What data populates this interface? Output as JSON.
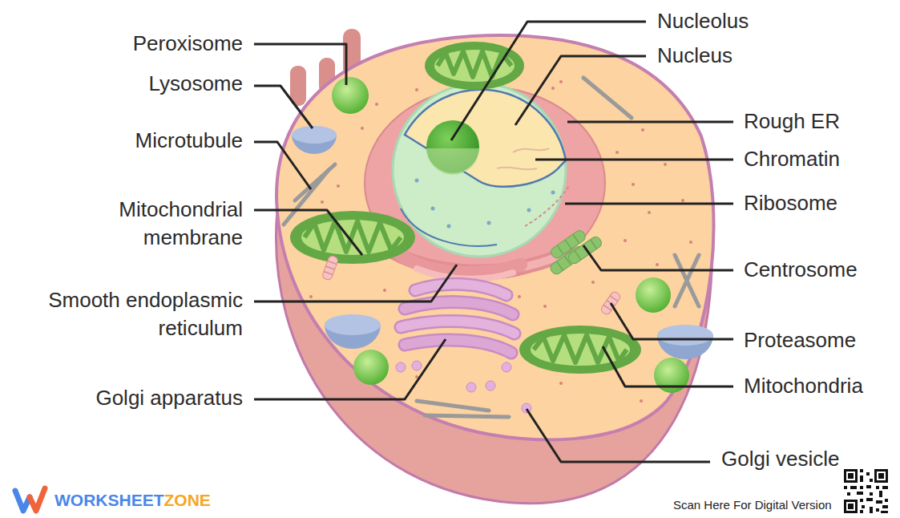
{
  "diagram": {
    "labels": [
      "Peroxisome",
      "Lysosome",
      "Microtubule",
      "Mitochondrial membrane",
      "Smooth endoplasmic reticulum",
      "Golgi apparatus",
      "Nucleolus",
      "Nucleus",
      "Rough ER",
      "Chromatin",
      "Ribosome",
      "Centrosome",
      "Proteasome",
      "Mitochondria",
      "Golgi vesicle",
      "WORKSHEET",
      "ZONE",
      "Scan Here For Digital Version"
    ]
  }
}
